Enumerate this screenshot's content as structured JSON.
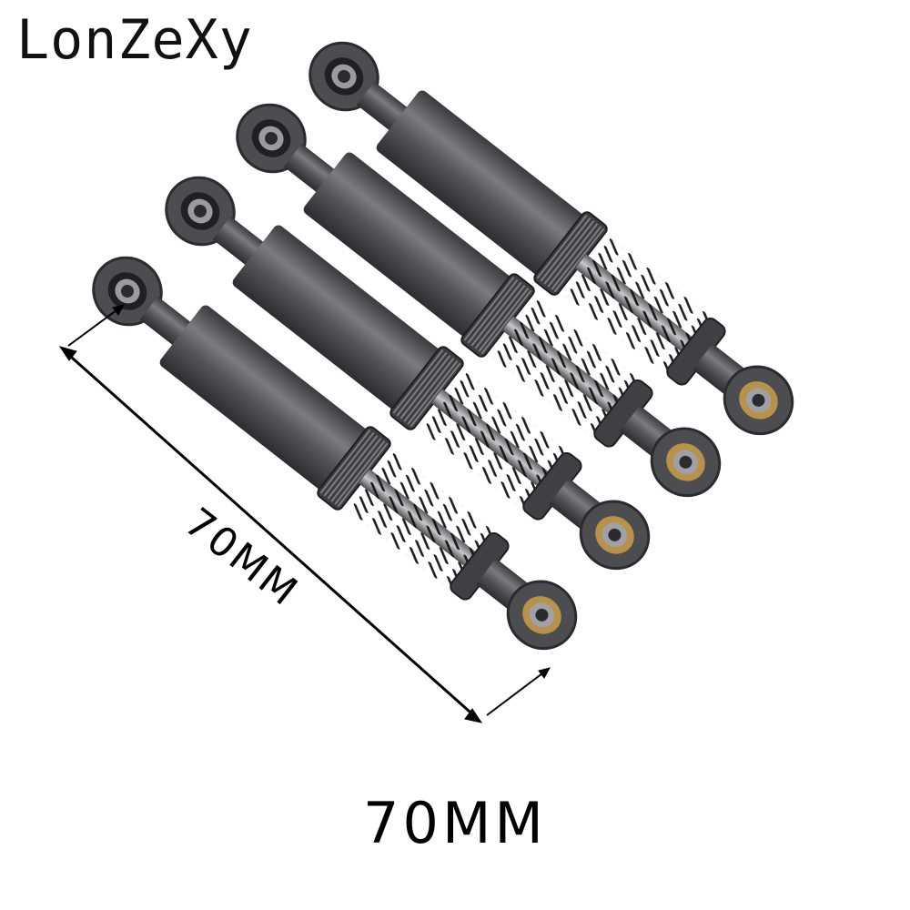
{
  "brand": {
    "name": "LonZeXy"
  },
  "product": {
    "item": "shock-absorber",
    "count": 4,
    "colors": {
      "body": "#55565a",
      "body_dark": "#2e2f33",
      "spring": "#111111",
      "bushing": "#b8924a"
    }
  },
  "dimension": {
    "label": "70MM"
  },
  "caption": {
    "text": "70MM"
  }
}
